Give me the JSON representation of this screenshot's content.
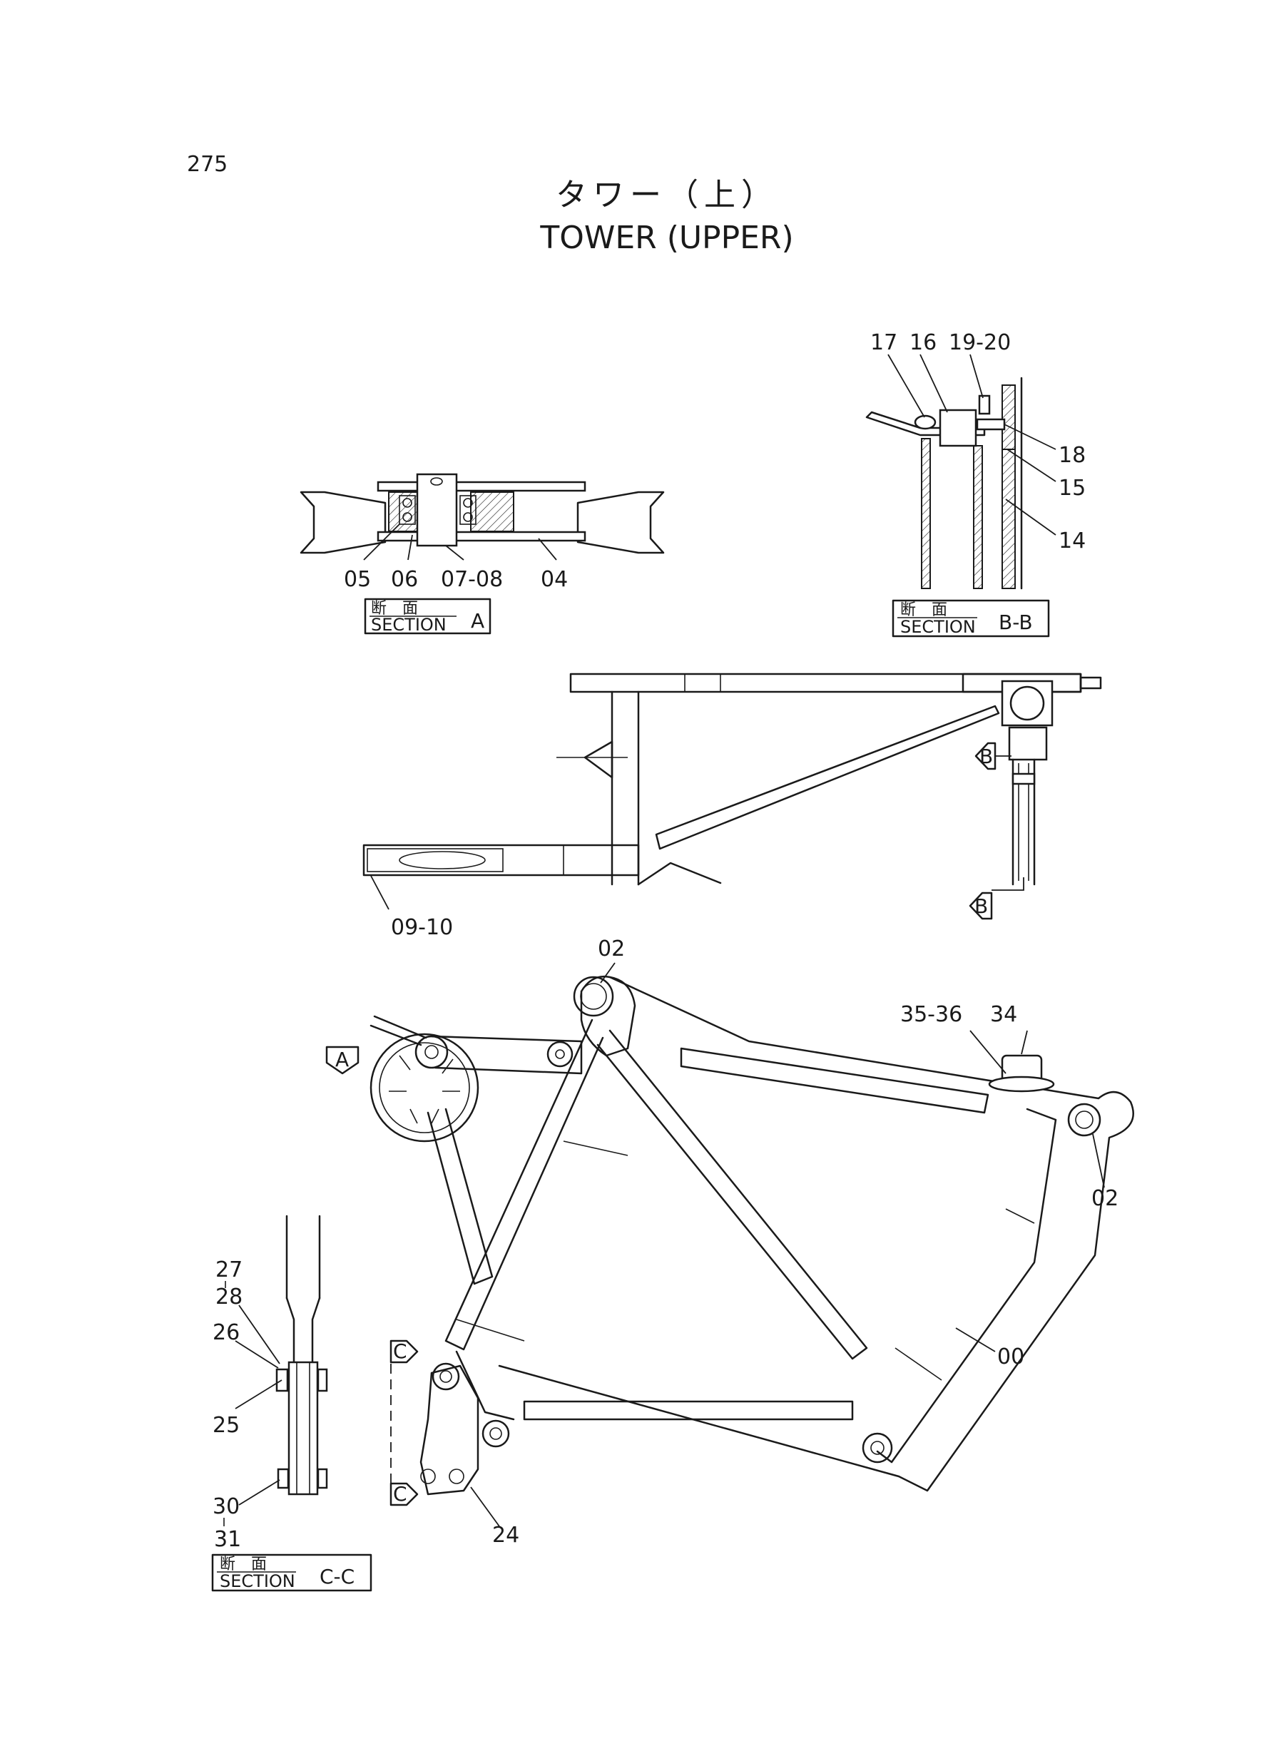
{
  "page_number": "275",
  "title": {
    "jp": "タワー（上）",
    "en": "TOWER (UPPER)"
  },
  "sections": {
    "a": {
      "jp": "断　面",
      "en": "SECTION",
      "id": "A"
    },
    "bb": {
      "jp": "断　面",
      "en": "SECTION",
      "id": "B-B"
    },
    "cc": {
      "jp": "断　面",
      "en": "SECTION",
      "id": "C-C"
    }
  },
  "view_markers": {
    "a": "A",
    "b1": "B",
    "b2": "B",
    "c1": "C",
    "c2": "C"
  },
  "callouts": {
    "sec_a": [
      "05",
      "06",
      "07-08",
      "04"
    ],
    "sec_bb": [
      "17",
      "16",
      "19-20",
      "18",
      "15",
      "14"
    ],
    "mid": [
      "09-10"
    ],
    "main": [
      "02",
      "35-36",
      "34",
      "02",
      "00",
      "24"
    ],
    "sec_cc": [
      "27",
      "28",
      "26",
      "25",
      "30",
      "31"
    ]
  }
}
